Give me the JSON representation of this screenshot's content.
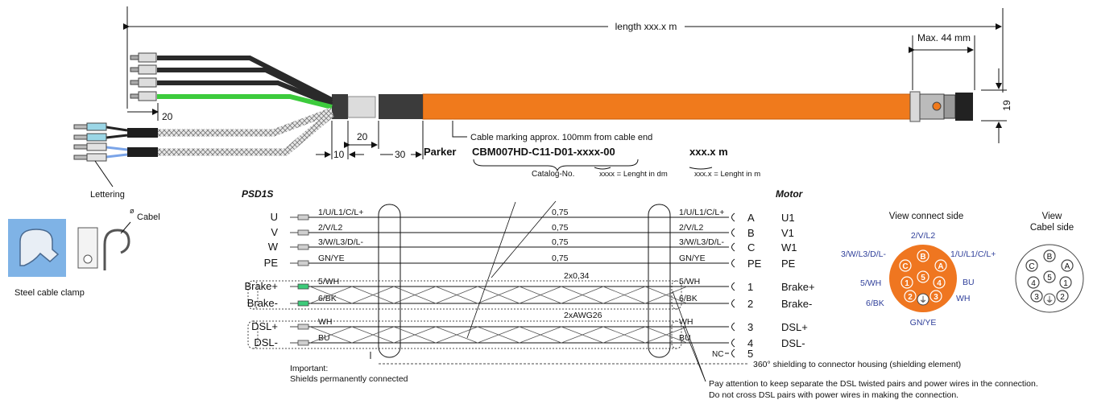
{
  "top": {
    "length": "length xxx.x m",
    "max": "Max. 44 mm",
    "dim19": "19",
    "dim20a": "20",
    "dim20b": "20",
    "dim10": "10",
    "dim30": "30",
    "marking": "Cable marking approx. 100mm from cable end",
    "parker": "Parker",
    "code": "CBM007HD-C11-D01-xxxx-00",
    "xxxm": "xxx.x m",
    "catalog": "Catalog-No.",
    "xxxx_note": "xxxx = Lenght in dm",
    "xxx_note": "xxx.x = Lenght in m",
    "lettering": "Lettering"
  },
  "clamp": {
    "cabel_sym": "ø",
    "cabel": "Cabel",
    "label": "Steel cable clamp"
  },
  "wiring": {
    "psd": "PSD1S",
    "motor": "Motor",
    "left_labels": [
      "U",
      "V",
      "W",
      "PE",
      "Brake+",
      "Brake-",
      "DSL+",
      "DSL-"
    ],
    "left_wires": [
      "1/U/L1/C/L+",
      "2/V/L2",
      "3/W/L3/D/L-",
      "GN/YE",
      "5/WH",
      "6/BK",
      "WH",
      "BU"
    ],
    "sizes": [
      "0,75",
      "0,75",
      "0,75",
      "0,75",
      "2x0,34",
      "2xAWG26"
    ],
    "right_wires": [
      "1/U/L1/C/L+",
      "2/V/L2",
      "3/W/L3/D/L-",
      "GN/YE",
      "5/WH",
      "6/BK",
      "WH",
      "BU",
      "NC"
    ],
    "pins": [
      "A",
      "B",
      "C",
      "PE",
      "1",
      "2",
      "3",
      "4",
      "5"
    ],
    "motor_labels": [
      "U1",
      "V1",
      "W1",
      "PE",
      "Brake+",
      "Brake-",
      "DSL+",
      "DSL-"
    ],
    "shield_note": "360° shielding to connector housing (shielding element)",
    "important": "Important:",
    "important2": "Shields permanently connected",
    "attention1": "Pay attention to keep separate the DSL twisted pairs and power wires in the connection.",
    "attention2": "Do not cross DSL pairs with power wires in making the connection."
  },
  "connect": {
    "title": "View connect side",
    "top": "2/V/L2",
    "left": "3/W/L3/D/L-",
    "right": "1/U/L1/C/L+",
    "wh5": "5/WH",
    "bk6": "6/BK",
    "bu": "BU",
    "wh": "WH",
    "gnye": "GN/YE",
    "pins": [
      "B",
      "A",
      "C",
      "1",
      "5",
      "4",
      "2",
      "3"
    ],
    "center": "⏚"
  },
  "cabel_view": {
    "title1": "View",
    "title2": "Cabel side",
    "pins": [
      "B",
      "A",
      "C",
      "4",
      "5",
      "1",
      "3",
      "2"
    ],
    "center": "⏚"
  },
  "colors": {
    "cable": "#f07a1c",
    "cable_dark": "#c85c0a",
    "green": "#3ccb3c",
    "blue_text": "#2f3f9a",
    "connector": "#ef7620",
    "clamp_bg": "#7fb3e6"
  }
}
